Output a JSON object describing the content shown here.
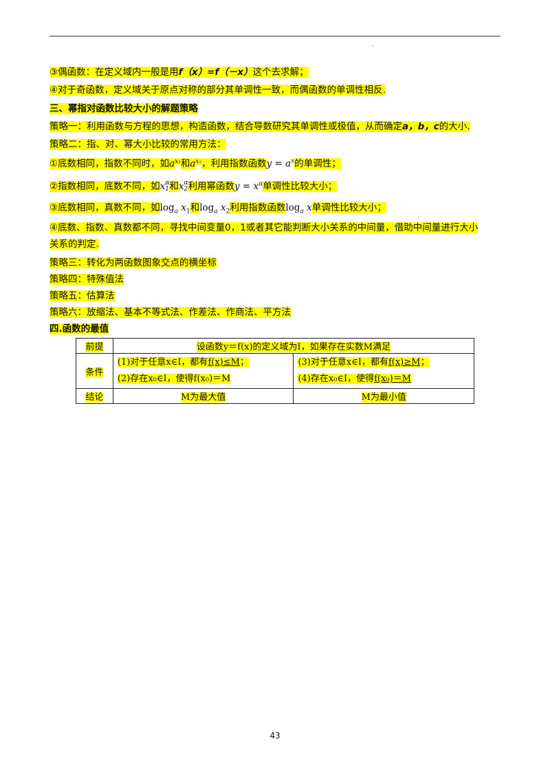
{
  "header": {
    "dot": "."
  },
  "lines": {
    "l1": {
      "num": "③",
      "a": "偶函数：在定义域内一般是用",
      "fx": "f（x）=f（－x）",
      "b": "这个去求解；"
    },
    "l2": {
      "num": "④",
      "text": "对于奇函数，定义域关于原点对称的部分其单调性一致，而偶函数的单调性相反."
    },
    "h3": "三、幂指对函数比较大小的解题策略",
    "s1": {
      "a": "策略一：利用函数与方程的思想，构造函数，结合导数研究其单调性或极值，从而确定",
      "vars": "a，b，c",
      "b": "的大小."
    },
    "s2": "策略二：指、对、幂大小比较的常用方法：",
    "m1": {
      "a": "①底数相同，指数不同时，如",
      "e1": "a",
      "sup1": "x₁",
      "and": "和",
      "e2": "a",
      "sup2": "x₂",
      "b": "，利用指数函数",
      "func": "y = a",
      "fsup": "x",
      "c": "的单调性；"
    },
    "m2": {
      "a": "②指数相同，底数不同，如",
      "e1": "x",
      "sub1": "1",
      "sup1": "α",
      "and": "和",
      "e2": "x",
      "sub2": "2",
      "sup2": "α",
      "b": "利用幂函数",
      "func": "y = x",
      "fsup": "α",
      "c": "单调性比较大小；"
    },
    "m3": {
      "a": "③底数相同，真数不同，如",
      "log1": "log",
      "sub1": "a",
      "x1": "x",
      "x1sub": "1",
      "and": "和",
      "log2": "log",
      "sub2": "a",
      "x2": "x",
      "x2sub": "2",
      "b": "利用指数函数",
      "log3": "log",
      "sub3": "a",
      "x3": "x",
      "c": "单调性比较大小；"
    },
    "m4a": "④底数、指数、真数都不同，寻找中间变量0，1或者其它能判断大小关系的中间量，借助中间量进行大小",
    "m4b": "关系的判定.",
    "s3": "策略三：转化为两函数图象交点的横坐标",
    "s4": "策略四：特殊值法",
    "s5": "策略五：估算法",
    "s6": "策略六：放缩法、基本不等式法、作差法、作商法、平方法",
    "h4": "四.函数的最值"
  },
  "table": {
    "r1_label": "前提",
    "r1_text": "设函数y＝f(x)的定义域为I，如果存在实数M满足",
    "r2_label": "条件",
    "c1a": "(1)对于任意x∈I，都有",
    "c1a_hl": "f(x)≤M",
    "c1a_end": "；",
    "c1b": "(2)存在x₀∈I，使得",
    "c1b_hl": "f(x₀)＝M",
    "c2a": "(3)对于任意x∈I，都有",
    "c2a_hl": "f(x)≥M",
    "c2a_end": "；",
    "c2b": "(4)存在x₀∈I，使得",
    "c2b_hl": "f(x₀)＝M",
    "r3_label": "结论",
    "max": "M为最大值",
    "min": "M为最小值"
  },
  "page_number": "43"
}
